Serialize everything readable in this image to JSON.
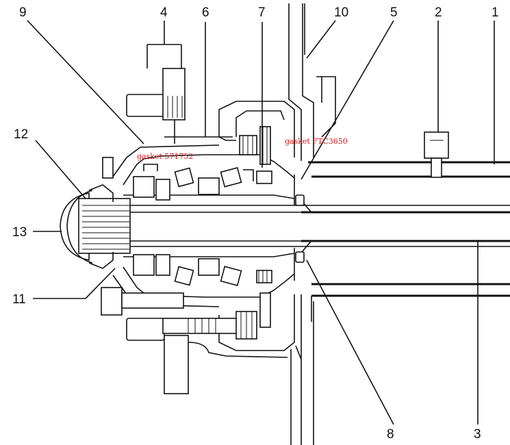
{
  "diagram": {
    "callouts": [
      "1",
      "2",
      "3",
      "4",
      "5",
      "6",
      "7",
      "8",
      "9",
      "10",
      "11",
      "12",
      "13"
    ],
    "annotations": {
      "gasket_left": "gasket 571752",
      "gasket_right": "gasket FTC3650"
    },
    "annotation_color": "#e01010"
  }
}
